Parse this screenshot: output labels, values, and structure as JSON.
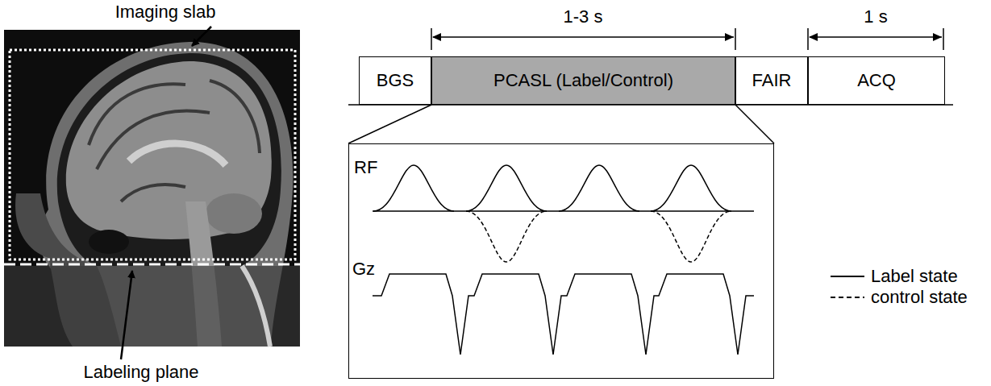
{
  "diagram": {
    "nodes": [
      {
        "text": [
          "BGS"
        ]
      },
      {
        "text": [
          "PCASL (Label/Control)"
        ]
      },
      {
        "text": [
          "FAIR"
        ]
      },
      {
        "text": [
          "ACQ"
        ]
      },
      {
        "text": [
          "RF",
          "Gz"
        ]
      }
    ],
    "edges": [
      {
        "from": 1,
        "to": 4,
        "arrow": "none"
      }
    ],
    "labels": [
      "Imaging slab",
      "Labeling plane",
      "1-3 s",
      "1 s"
    ],
    "legend": [
      {
        "text": "Label state"
      },
      {
        "text": "control state"
      }
    ]
  }
}
